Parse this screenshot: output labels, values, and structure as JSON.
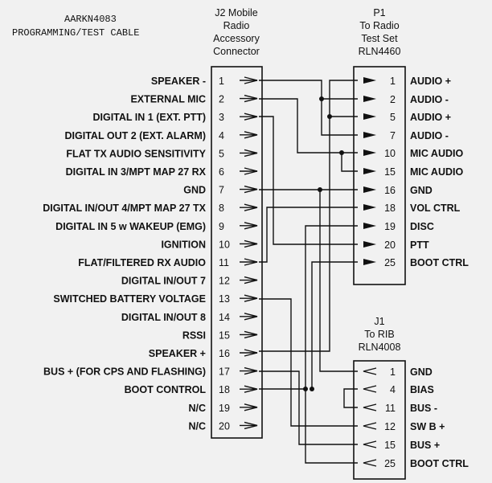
{
  "title": {
    "line1": "AARKN4083",
    "line2": "PROGRAMMING/TEST CABLE"
  },
  "j2": {
    "header": [
      "J2 Mobile",
      "Radio",
      "Accessory",
      "Connector"
    ],
    "pins": [
      {
        "num": "1",
        "label": "SPEAKER -"
      },
      {
        "num": "2",
        "label": "EXTERNAL MIC"
      },
      {
        "num": "3",
        "label": "DIGITAL IN 1 (EXT. PTT)"
      },
      {
        "num": "4",
        "label": "DIGITAL OUT 2 (EXT. ALARM)"
      },
      {
        "num": "5",
        "label": "FLAT TX AUDIO SENSITIVITY"
      },
      {
        "num": "6",
        "label": "DIGITAL IN 3/MPT MAP 27 RX"
      },
      {
        "num": "7",
        "label": "GND"
      },
      {
        "num": "8",
        "label": "DIGITAL IN/OUT 4/MPT MAP 27 TX"
      },
      {
        "num": "9",
        "label": "DIGITAL IN 5 w WAKEUP (EMG)"
      },
      {
        "num": "10",
        "label": "IGNITION"
      },
      {
        "num": "11",
        "label": "FLAT/FILTERED RX AUDIO"
      },
      {
        "num": "12",
        "label": "DIGITAL IN/OUT 7"
      },
      {
        "num": "13",
        "label": "SWITCHED BATTERY VOLTAGE"
      },
      {
        "num": "14",
        "label": "DIGITAL IN/OUT 8"
      },
      {
        "num": "15",
        "label": "RSSI"
      },
      {
        "num": "16",
        "label": "SPEAKER +"
      },
      {
        "num": "17",
        "label": "BUS + (FOR CPS AND FLASHING)"
      },
      {
        "num": "18",
        "label": "BOOT CONTROL"
      },
      {
        "num": "19",
        "label": "N/C"
      },
      {
        "num": "20",
        "label": "N/C"
      }
    ]
  },
  "p1": {
    "header": [
      "P1",
      "To Radio",
      "Test Set",
      "RLN4460"
    ],
    "pins": [
      {
        "num": "1",
        "label": "AUDIO +"
      },
      {
        "num": "2",
        "label": "AUDIO -"
      },
      {
        "num": "5",
        "label": "AUDIO +"
      },
      {
        "num": "7",
        "label": "AUDIO -"
      },
      {
        "num": "10",
        "label": "MIC AUDIO"
      },
      {
        "num": "15",
        "label": "MIC AUDIO"
      },
      {
        "num": "16",
        "label": "GND"
      },
      {
        "num": "18",
        "label": "VOL CTRL"
      },
      {
        "num": "19",
        "label": "DISC"
      },
      {
        "num": "20",
        "label": "PTT"
      },
      {
        "num": "25",
        "label": "BOOT CTRL"
      }
    ]
  },
  "j1": {
    "header": [
      "J1",
      "To RIB",
      "RLN4008"
    ],
    "pins": [
      {
        "num": "1",
        "label": "GND"
      },
      {
        "num": "4",
        "label": "BIAS"
      },
      {
        "num": "11",
        "label": "BUS -"
      },
      {
        "num": "12",
        "label": "SW B +"
      },
      {
        "num": "15",
        "label": "BUS +"
      },
      {
        "num": "25",
        "label": "BOOT CTRL"
      }
    ]
  }
}
